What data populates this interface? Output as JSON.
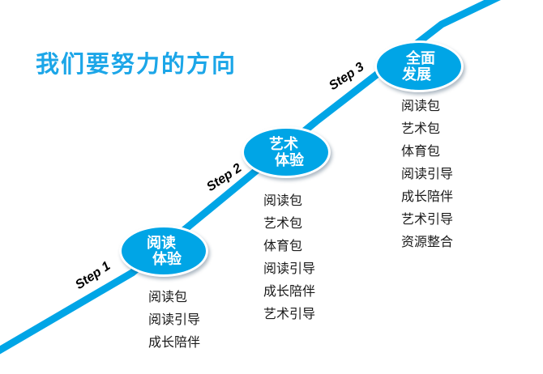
{
  "slide": {
    "title": "我们要努力的方向"
  },
  "colors": {
    "accent": "#00A5E6",
    "title": "#1CA6E8",
    "list_text": "#1A1A1A",
    "ellipse_text": "#FFFFFF"
  },
  "steps": [
    {
      "label": "Step 1",
      "ellipse": {
        "line1": "阅读",
        "line2": "体验"
      },
      "items": [
        "阅读包",
        "阅读引导",
        "成长陪伴"
      ]
    },
    {
      "label": "Step 2",
      "ellipse": {
        "line1": "艺术",
        "line2": "体验"
      },
      "items": [
        "阅读包",
        "艺术包",
        "体育包",
        "阅读引导",
        "成长陪伴",
        "艺术引导"
      ]
    },
    {
      "label": "Step 3",
      "ellipse": {
        "line1": "全面",
        "line2": "发展"
      },
      "items": [
        "阅读包",
        "艺术包",
        "体育包",
        "阅读引导",
        "成长陪伴",
        "艺术引导",
        "资源整合"
      ]
    }
  ]
}
